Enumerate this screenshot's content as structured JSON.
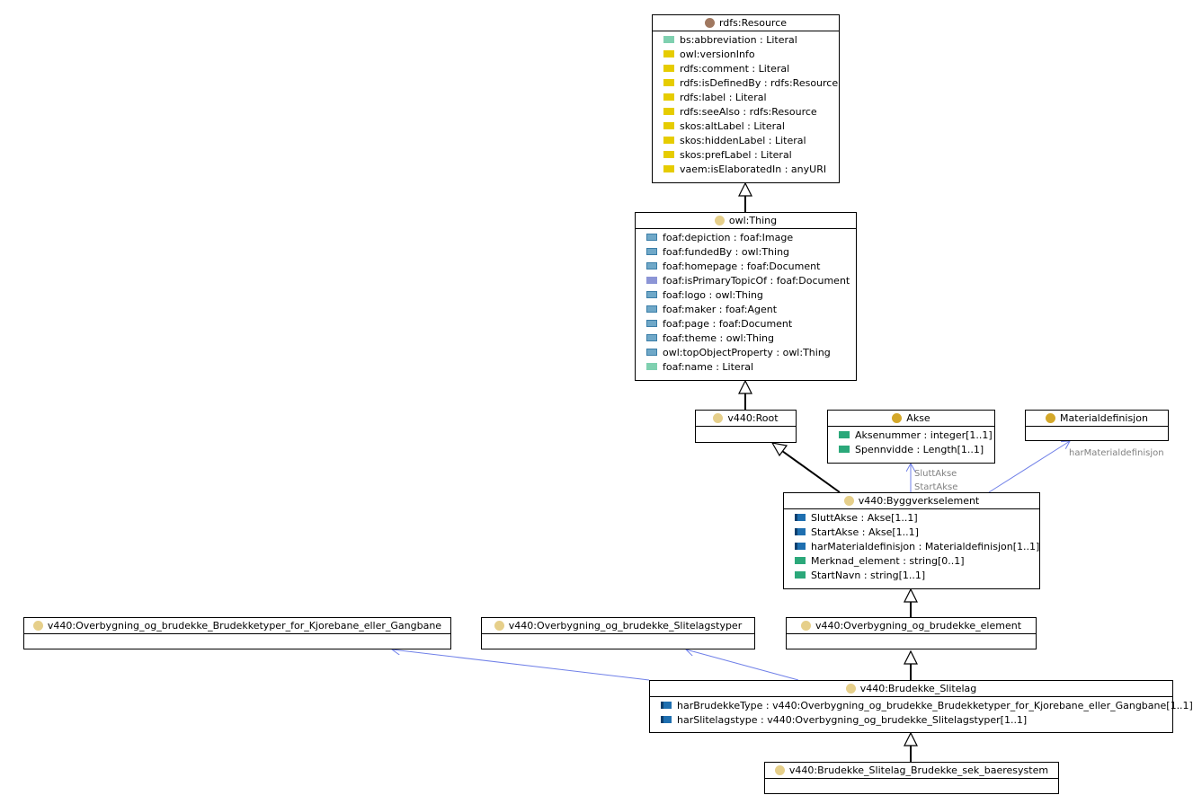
{
  "colors": {
    "root_dot": "#a07860",
    "class_dot": "#e6cf8a",
    "external_dot": "#d4a82a",
    "association_line": "#7080e8"
  },
  "classes": {
    "rdfs_resource": {
      "name": "rdfs:Resource",
      "attributes": [
        {
          "text": "bs:abbreviation : Literal",
          "swatch": "mint"
        },
        {
          "text": "owl:versionInfo",
          "swatch": "yellow"
        },
        {
          "text": "rdfs:comment : Literal",
          "swatch": "yellow"
        },
        {
          "text": "rdfs:isDefinedBy : rdfs:Resource",
          "swatch": "yellow"
        },
        {
          "text": "rdfs:label : Literal",
          "swatch": "yellow"
        },
        {
          "text": "rdfs:seeAlso : rdfs:Resource",
          "swatch": "yellow"
        },
        {
          "text": "skos:altLabel : Literal",
          "swatch": "yellow"
        },
        {
          "text": "skos:hiddenLabel : Literal",
          "swatch": "yellow"
        },
        {
          "text": "skos:prefLabel : Literal",
          "swatch": "yellow"
        },
        {
          "text": "vaem:isElaboratedIn : anyURI",
          "swatch": "yellow"
        }
      ]
    },
    "owl_thing": {
      "name": "owl:Thing",
      "attributes": [
        {
          "text": "foaf:depiction : foaf:Image",
          "swatch": "steel"
        },
        {
          "text": "foaf:fundedBy : owl:Thing",
          "swatch": "steel"
        },
        {
          "text": "foaf:homepage : foaf:Document",
          "swatch": "steel"
        },
        {
          "text": "foaf:isPrimaryTopicOf : foaf:Document",
          "swatch": "periw"
        },
        {
          "text": "foaf:logo : owl:Thing",
          "swatch": "steel"
        },
        {
          "text": "foaf:maker : foaf:Agent",
          "swatch": "steel"
        },
        {
          "text": "foaf:page : foaf:Document",
          "swatch": "steel"
        },
        {
          "text": "foaf:theme : owl:Thing",
          "swatch": "steel"
        },
        {
          "text": "owl:topObjectProperty : owl:Thing",
          "swatch": "steel"
        },
        {
          "text": "foaf:name : Literal",
          "swatch": "mint"
        }
      ]
    },
    "v440_root": {
      "name": "v440:Root",
      "attributes": []
    },
    "akse": {
      "name": "Akse",
      "attributes": [
        {
          "text": "Aksenummer : integer[1..1]",
          "swatch": "green"
        },
        {
          "text": "Spennvidde : Length[1..1]",
          "swatch": "green"
        }
      ]
    },
    "materialdefinisjon": {
      "name": "Materialdefinisjon",
      "attributes": []
    },
    "byggverkselement": {
      "name": "v440:Byggverkselement",
      "attributes": [
        {
          "text": "SluttAkse : Akse[1..1]",
          "swatch": "blue"
        },
        {
          "text": "StartAkse : Akse[1..1]",
          "swatch": "blue"
        },
        {
          "text": "harMaterialdefinisjon : Materialdefinisjon[1..1]",
          "swatch": "blue"
        },
        {
          "text": "Merknad_element : string[0..1]",
          "swatch": "green"
        },
        {
          "text": "StartNavn : string[1..1]",
          "swatch": "green"
        }
      ]
    },
    "brudekketyper": {
      "name": "v440:Overbygning_og_brudekke_Brudekketyper_for_Kjorebane_eller_Gangbane",
      "attributes": []
    },
    "slitelagstyper": {
      "name": "v440:Overbygning_og_brudekke_Slitelagstyper",
      "attributes": []
    },
    "ob_element": {
      "name": "v440:Overbygning_og_brudekke_element",
      "attributes": []
    },
    "brudekke_slitelag": {
      "name": "v440:Brudekke_Slitelag",
      "attributes": [
        {
          "text": "harBrudekkeType : v440:Overbygning_og_brudekke_Brudekketyper_for_Kjorebane_eller_Gangbane[1..1]",
          "swatch": "blue"
        },
        {
          "text": "harSlitelagstype : v440:Overbygning_og_brudekke_Slitelagstyper[1..1]",
          "swatch": "blue"
        }
      ]
    },
    "sek_baeresystem": {
      "name": "v440:Brudekke_Slitelag_Brudekke_sek_baeresystem",
      "attributes": []
    }
  },
  "edge_labels": {
    "slutt_akse": "SluttAkse",
    "start_akse": "StartAkse",
    "har_materialdefinisjon": "harMaterialdefinisjon"
  }
}
